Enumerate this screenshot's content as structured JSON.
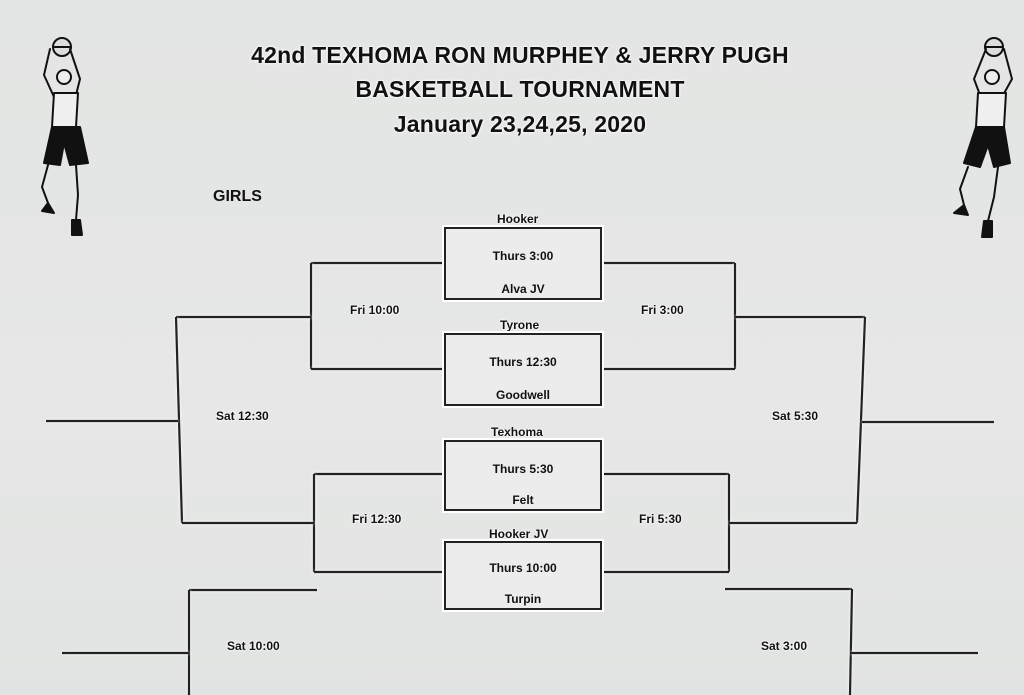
{
  "header": {
    "line1": "42nd TEXHOMA RON MURPHEY & JERRY PUGH",
    "line2": "BASKETBALL TOURNAMENT",
    "line3": "January 23,24,25, 2020"
  },
  "division": "GIRLS",
  "first_round": [
    {
      "top_team": "Hooker",
      "time": "Thurs 3:00",
      "bottom_team": "Alva JV"
    },
    {
      "top_team": "Tyrone",
      "time": "Thurs 12:30",
      "bottom_team": "Goodwell"
    },
    {
      "top_team": "Texhoma",
      "time": "Thurs 5:30",
      "bottom_team": "Felt"
    },
    {
      "top_team": "Hooker JV",
      "time": "Thurs 10:00",
      "bottom_team": "Turpin"
    }
  ],
  "second_round": {
    "left_top": "Fri 10:00",
    "right_top": "Fri 3:00",
    "left_bottom": "Fri 12:30",
    "right_bottom": "Fri 5:30"
  },
  "finals": {
    "left": "Sat 12:30",
    "right": "Sat 5:30"
  },
  "consolation": {
    "left": "Sat 10:00",
    "right": "Sat 3:00"
  },
  "icons": [
    "basketball-player-icon-left",
    "basketball-player-icon-right"
  ]
}
